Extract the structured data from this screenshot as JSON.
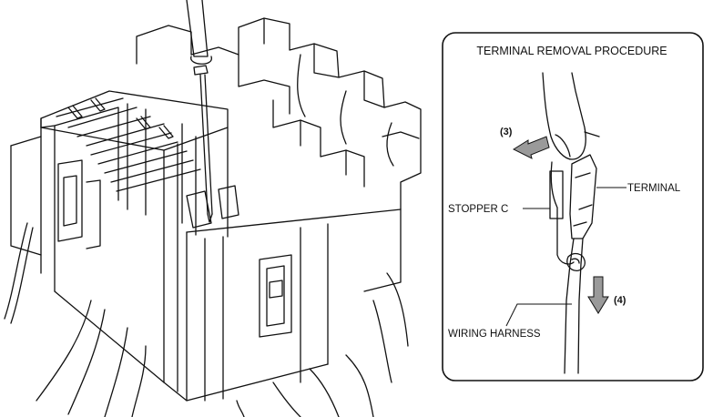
{
  "panel": {
    "title": "TERMINAL REMOVAL PROCEDURE",
    "step_push": "(3)",
    "step_pull": "(4)",
    "label_terminal": "TERMINAL",
    "label_stopper": "STOPPER C",
    "label_harness": "WIRING HARNESS"
  },
  "colors": {
    "line": "#111111",
    "arrow_fill": "#9a9a9a",
    "background": "#ffffff"
  }
}
